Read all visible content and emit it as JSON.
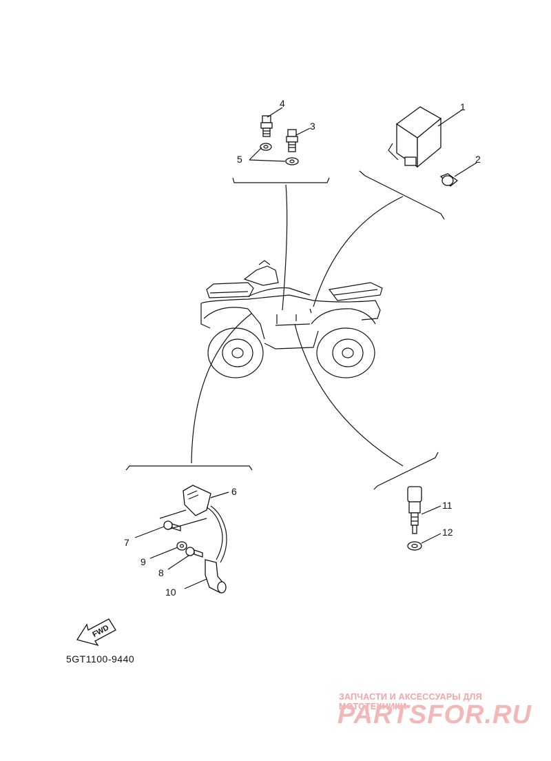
{
  "diagram": {
    "part_code": "5GT1100-9440",
    "fwd_label": "FWD",
    "callouts": [
      "1",
      "2",
      "3",
      "4",
      "5",
      "6",
      "7",
      "8",
      "9",
      "10",
      "11",
      "12"
    ]
  },
  "watermark": {
    "tagline": "ЗАПЧАСТИ И АКСЕССУАРЫ ДЛЯ МОТОТЕХНИКИ",
    "brand": "PARTSFOR.RU"
  },
  "colors": {
    "line": "#111111",
    "watermark": "#f0a6a6"
  }
}
